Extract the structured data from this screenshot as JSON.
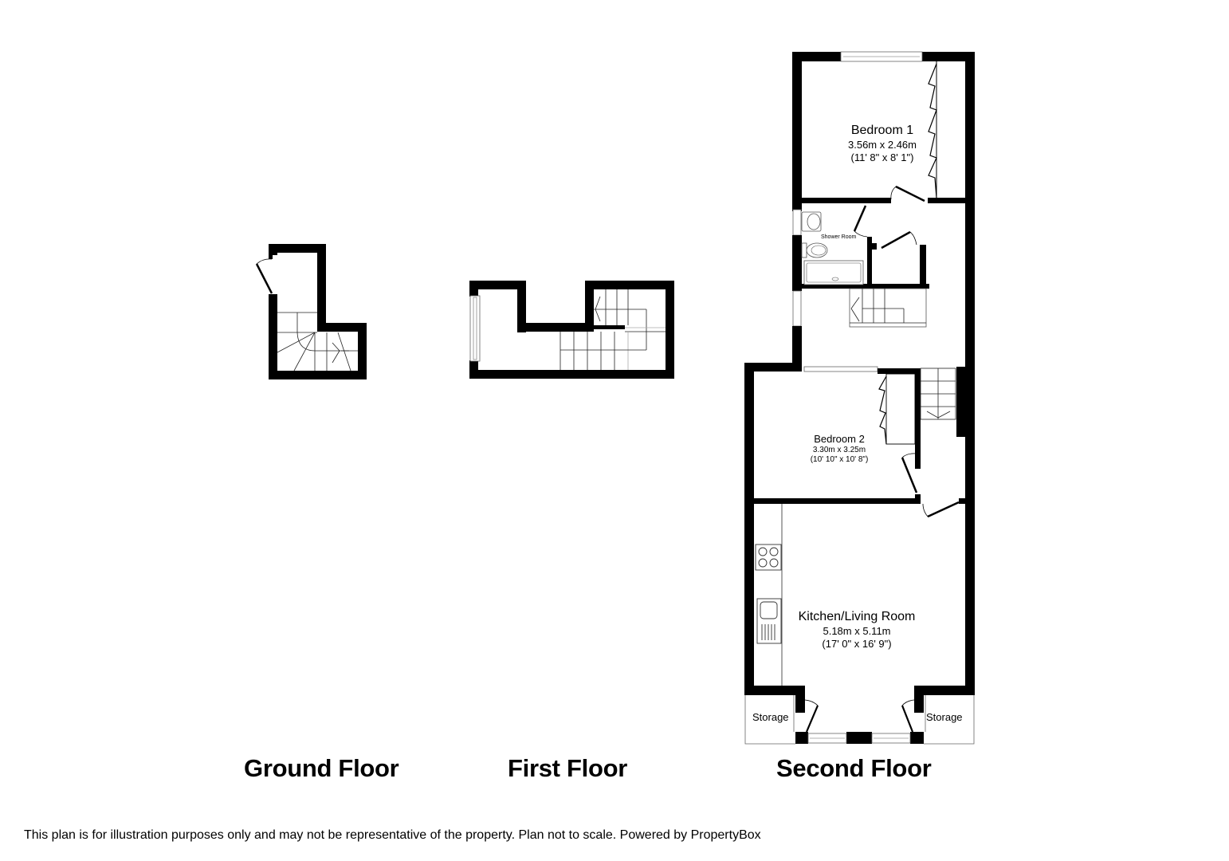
{
  "floors": [
    {
      "name": "Ground Floor"
    },
    {
      "name": "First Floor"
    },
    {
      "name": "Second Floor"
    }
  ],
  "rooms": {
    "bedroom1": {
      "name": "Bedroom 1",
      "metric": "3.56m x 2.46m",
      "imperial": "(11' 8\" x 8' 1\")"
    },
    "shower_room": {
      "name": "Shower Room"
    },
    "bedroom2": {
      "name": "Bedroom 2",
      "metric": "3.30m x 3.25m",
      "imperial": "(10' 10\" x 10' 8\")"
    },
    "kitchen_living": {
      "name": "Kitchen/Living Room",
      "metric": "5.18m x 5.11m",
      "imperial": "(17' 0\" x 16' 9\")"
    },
    "storage_left": {
      "name": "Storage"
    },
    "storage_right": {
      "name": "Storage"
    }
  },
  "footer": {
    "disclaimer": "This plan is for illustration purposes only and may not be representative of the property. Plan not to scale. Powered by PropertyBox"
  },
  "colors": {
    "wall": "#000000",
    "background": "#ffffff",
    "fixture": "#555555"
  }
}
